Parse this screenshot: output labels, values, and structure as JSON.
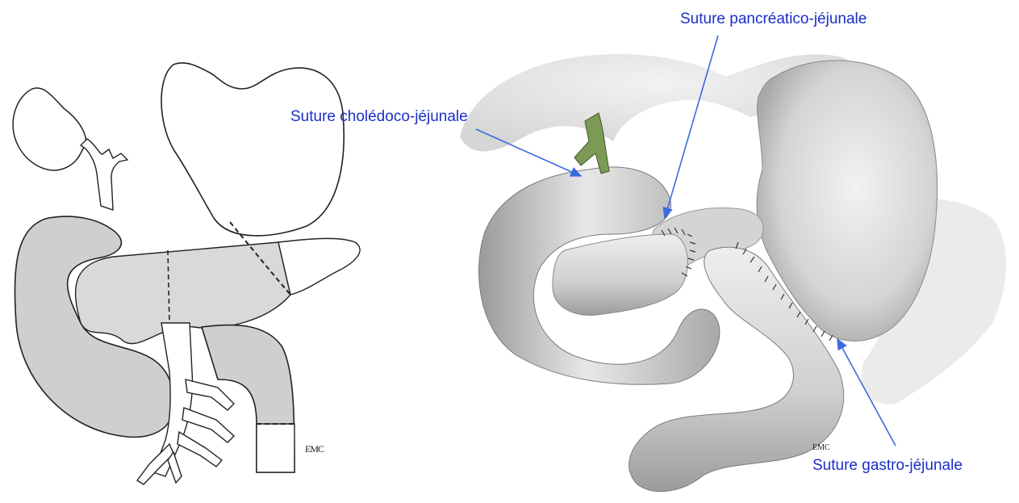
{
  "labels": {
    "pancreatico": "Suture pancréatico-jéjunale",
    "choledoco": "Suture cholédoco-jéjunale",
    "gastro": "Suture gastro-jéjunale"
  },
  "signature": "EMC",
  "colors": {
    "label_text": "#1a2fc8",
    "arrow": "#3a6ae0",
    "outline": "#222222",
    "grey_fill": "#cfcfcf",
    "intestine": "#d8d8d8"
  }
}
